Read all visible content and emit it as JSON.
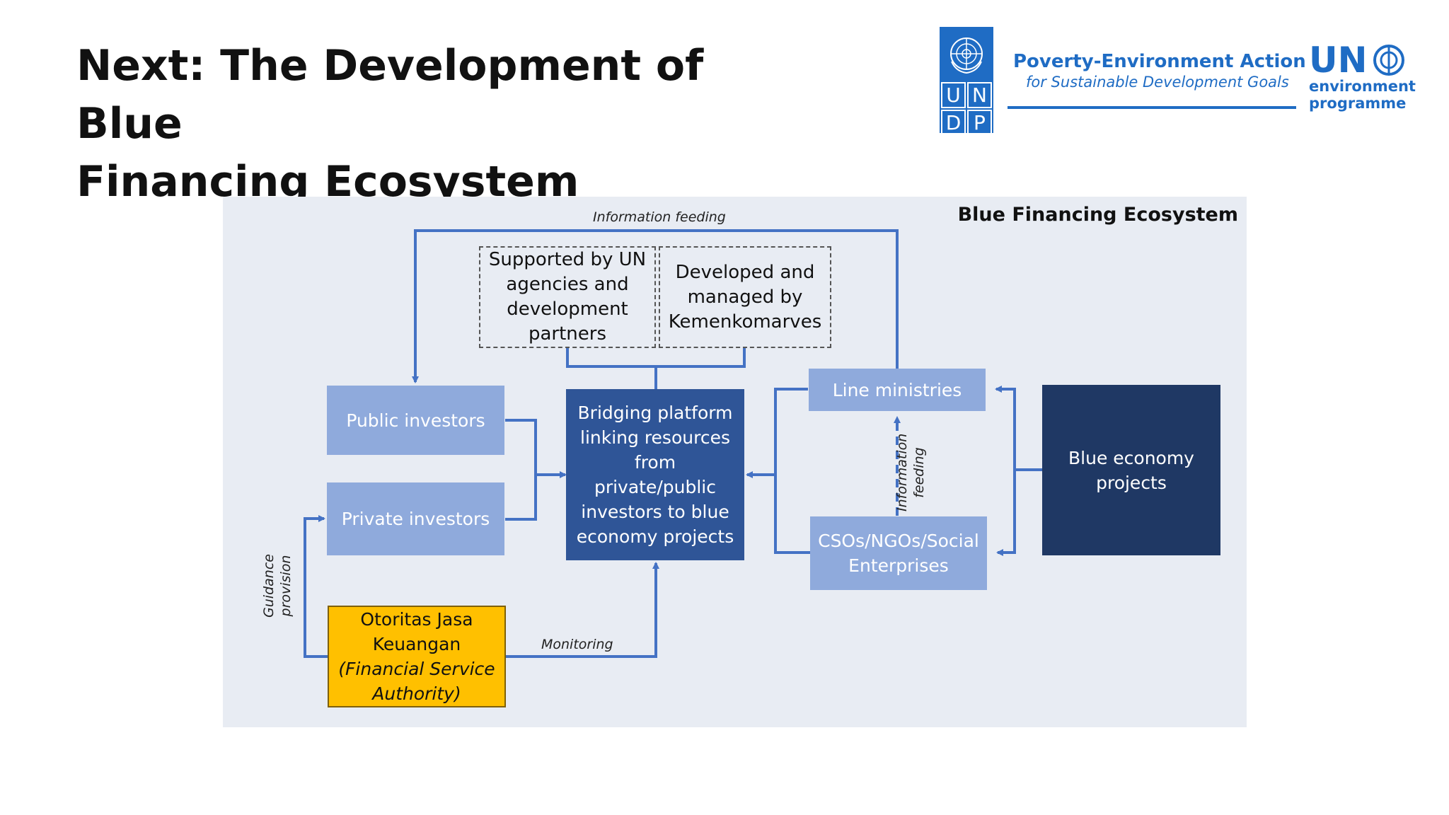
{
  "slide": {
    "title_line1": "Next: The Development of Blue",
    "title_line2": "Financing Ecosystem"
  },
  "logos": {
    "undp_letters": [
      "U",
      "N",
      "D",
      "P"
    ],
    "pea_title": "Poverty-Environment Action",
    "pea_subtitle": "for Sustainable Development Goals",
    "unep_un": "UN",
    "unep_line1": "environment",
    "unep_line2": "programme",
    "brand_color": "#1f6cc4"
  },
  "diagram": {
    "title": "Blue Financing Ecosystem",
    "colors": {
      "panel_bg": "#e8ecf3",
      "light_box": "#8faadc",
      "mid_box": "#2f5597",
      "dark_box": "#1f3864",
      "ojk_box": "#ffc000",
      "arrow": "#4472c4"
    },
    "nodes": {
      "supported_by": "Supported by UN agencies and development partners",
      "developed_by": "Developed and managed by Kemenkomarves",
      "public_investors": "Public investors",
      "private_investors": "Private investors",
      "bridging_platform": "Bridging platform linking resources from private/public investors to blue economy projects",
      "line_ministries": "Line ministries",
      "csos": "CSOs/NGOs/Social Enterprises",
      "blue_projects": "Blue economy projects",
      "ojk_line1": "Otoritas Jasa",
      "ojk_line2": "Keuangan",
      "ojk_line3": "(Financial Service",
      "ojk_line4": "Authority)"
    },
    "edge_labels": {
      "info_top": "Information feeding",
      "info_vertical_1": "Information",
      "info_vertical_2": "feeding",
      "guidance_1": "Guidance",
      "guidance_2": "provision",
      "monitoring": "Monitoring"
    }
  }
}
